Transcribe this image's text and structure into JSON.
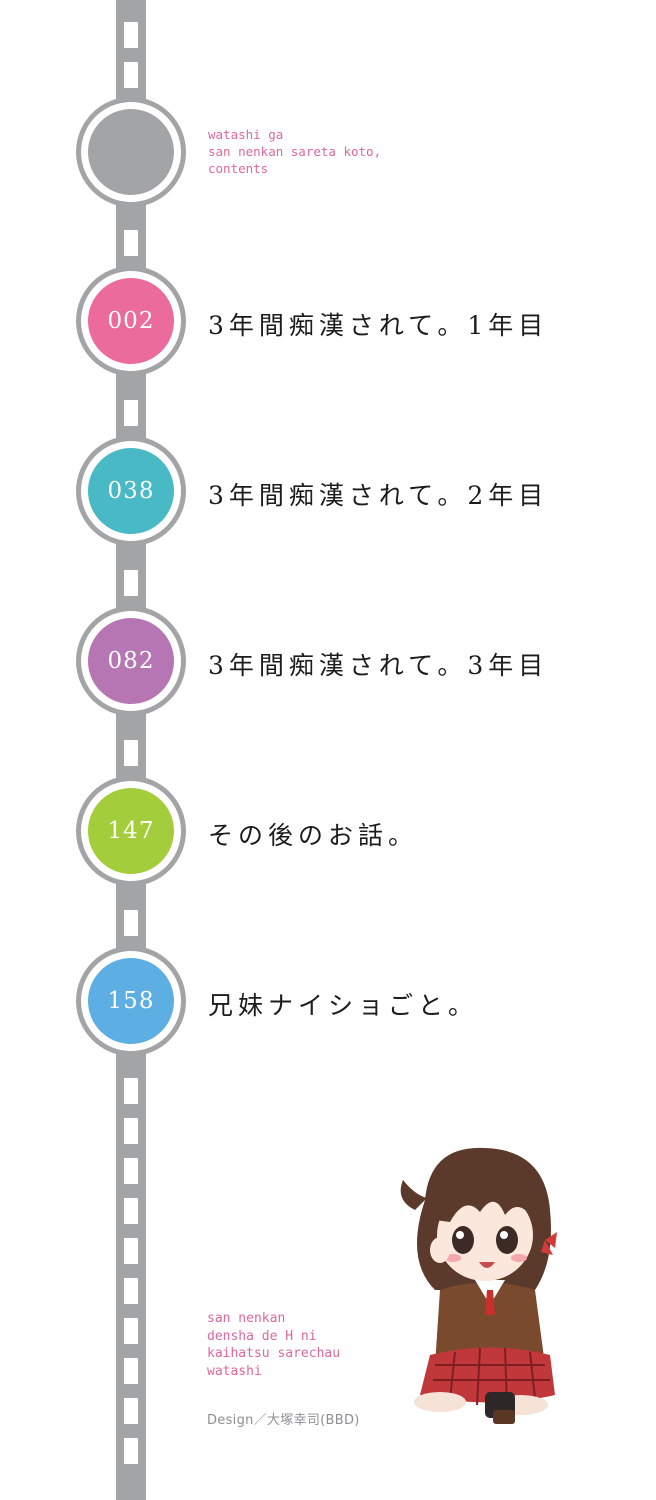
{
  "header": {
    "lines": [
      "watashi ga",
      "san nenkan sareta koto,",
      "contents"
    ]
  },
  "chapters": [
    {
      "page": "002",
      "title": "3年間痴漢されて。1年目",
      "color": "#ea6b9c"
    },
    {
      "page": "038",
      "title": "3年間痴漢されて。2年目",
      "color": "#48b9c5"
    },
    {
      "page": "082",
      "title": "3年間痴漢されて。3年目",
      "color": "#b676b3"
    },
    {
      "page": "147",
      "title": "その後のお話。",
      "color": "#a4cd3b"
    },
    {
      "page": "158",
      "title": "兄妹ナイショごと。",
      "color": "#5daee3"
    }
  ],
  "series_title": {
    "lines": [
      "san nenkan",
      "densha de H ni",
      "kaihatsu sarechau",
      "watashi"
    ]
  },
  "credit": "Design／大塚幸司(BBD)",
  "colors": {
    "rail": "#a2a4a6",
    "header_station": "#a2a4a6",
    "accent_text": "#e0679a"
  }
}
